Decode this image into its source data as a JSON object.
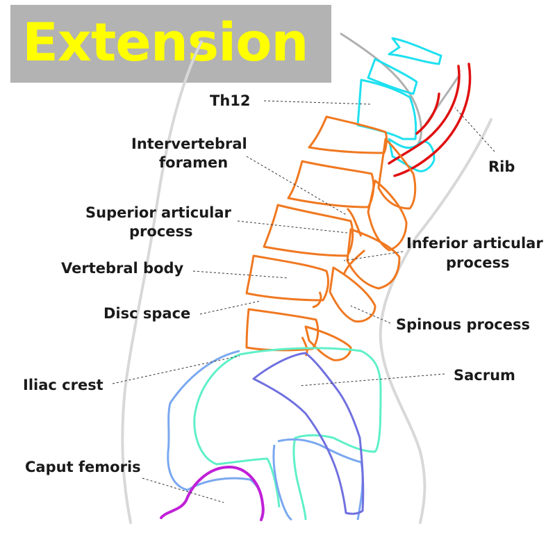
{
  "title": "Extension",
  "labels": {
    "th12": "Th12",
    "intervertebral_1": "Intervertebral",
    "intervertebral_2": "foramen",
    "superior_1": "Superior articular",
    "superior_2": "process",
    "vertebral_body": "Vertebral body",
    "disc_space": "Disc space",
    "iliac_crest": "Iliac crest",
    "caput_femoris": "Caput femoris",
    "rib": "Rib",
    "inferior_1": "Inferior articular",
    "inferior_2": "process",
    "spinous_process": "Spinous process",
    "sacrum": "Sacrum"
  },
  "colors": {
    "title_bg": "#b3b3b3",
    "title_fg": "#ffff00",
    "lumbar": "#f07820",
    "thoracic": "#1ee0f0",
    "rib": "#e01010",
    "iliac": "#5ff0c8",
    "ilium_outer": "#7aa8f0",
    "sacrum": "#7070e0",
    "femur": "#c020d8",
    "body_outline": "#d8d8d8"
  }
}
